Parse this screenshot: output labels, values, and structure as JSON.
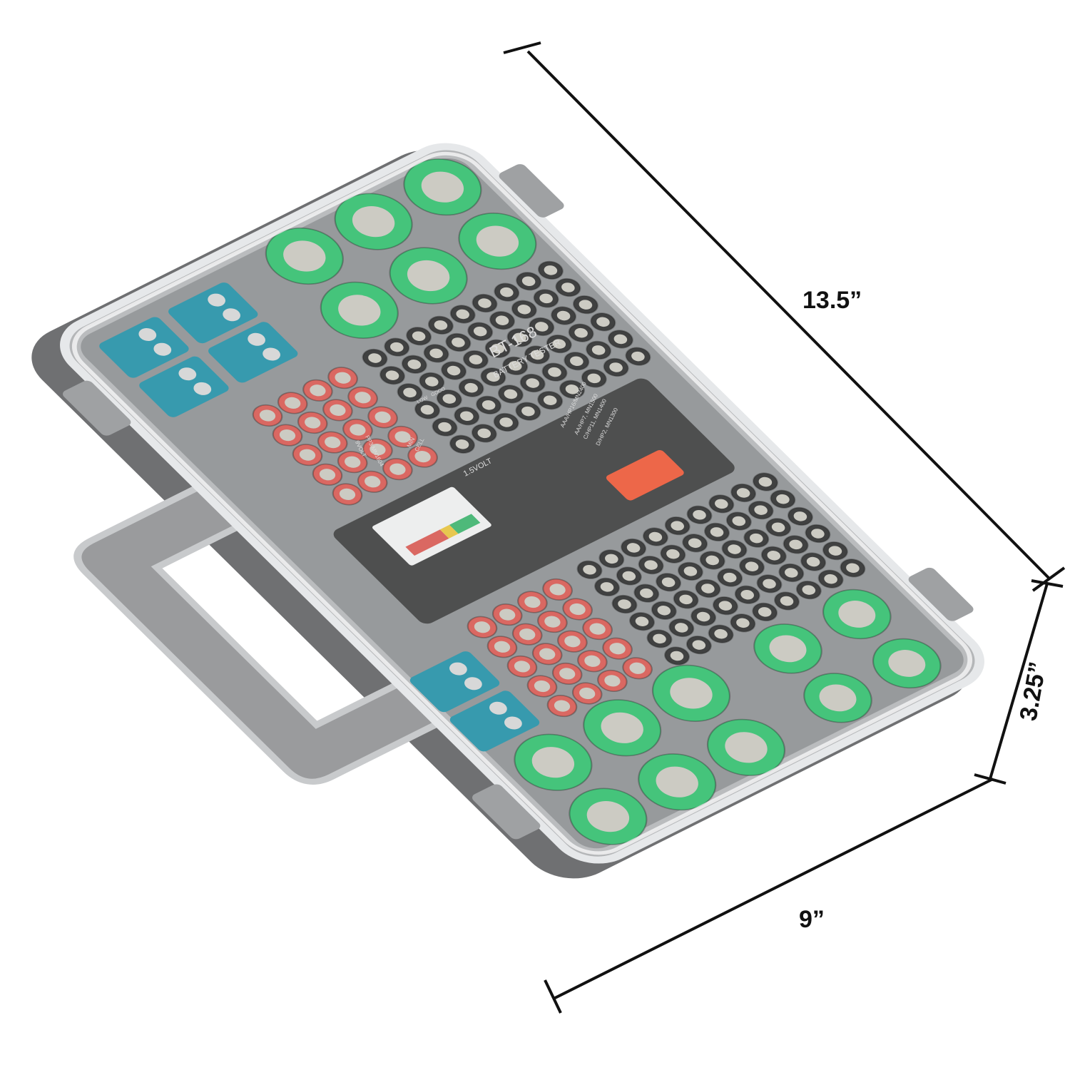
{
  "dimensions": {
    "length": "13.5”",
    "height": "3.25”",
    "width": "9”"
  },
  "tester": {
    "model": "BT-168",
    "title": "BATTERY TESTER",
    "volt_15": "1.5VOLT",
    "volt_9": "9VOLT",
    "min_label": "MIN",
    "cell_label": "CELL",
    "low_label": "LOW",
    "good_label": "GOOD",
    "slot_aaa": "AAA/HP16/MN2400",
    "slot_aa": "AA/HP7, MN1500",
    "slot_c": "C/HP11, MN1400",
    "slot_d": "D/HP2, MN1300",
    "slot_9v": "PP3 MN1604"
  },
  "colors": {
    "case": "#8f9091",
    "lid": "#d7d9db",
    "green_battery": "#2fbf6c",
    "red_battery": "#d9564f",
    "black_battery": "#2a2a2a",
    "blue_battery": "#1f8fa6",
    "terminal": "#c9c6bd",
    "tester": "#3a3a3a",
    "slider": "#ee5533"
  }
}
